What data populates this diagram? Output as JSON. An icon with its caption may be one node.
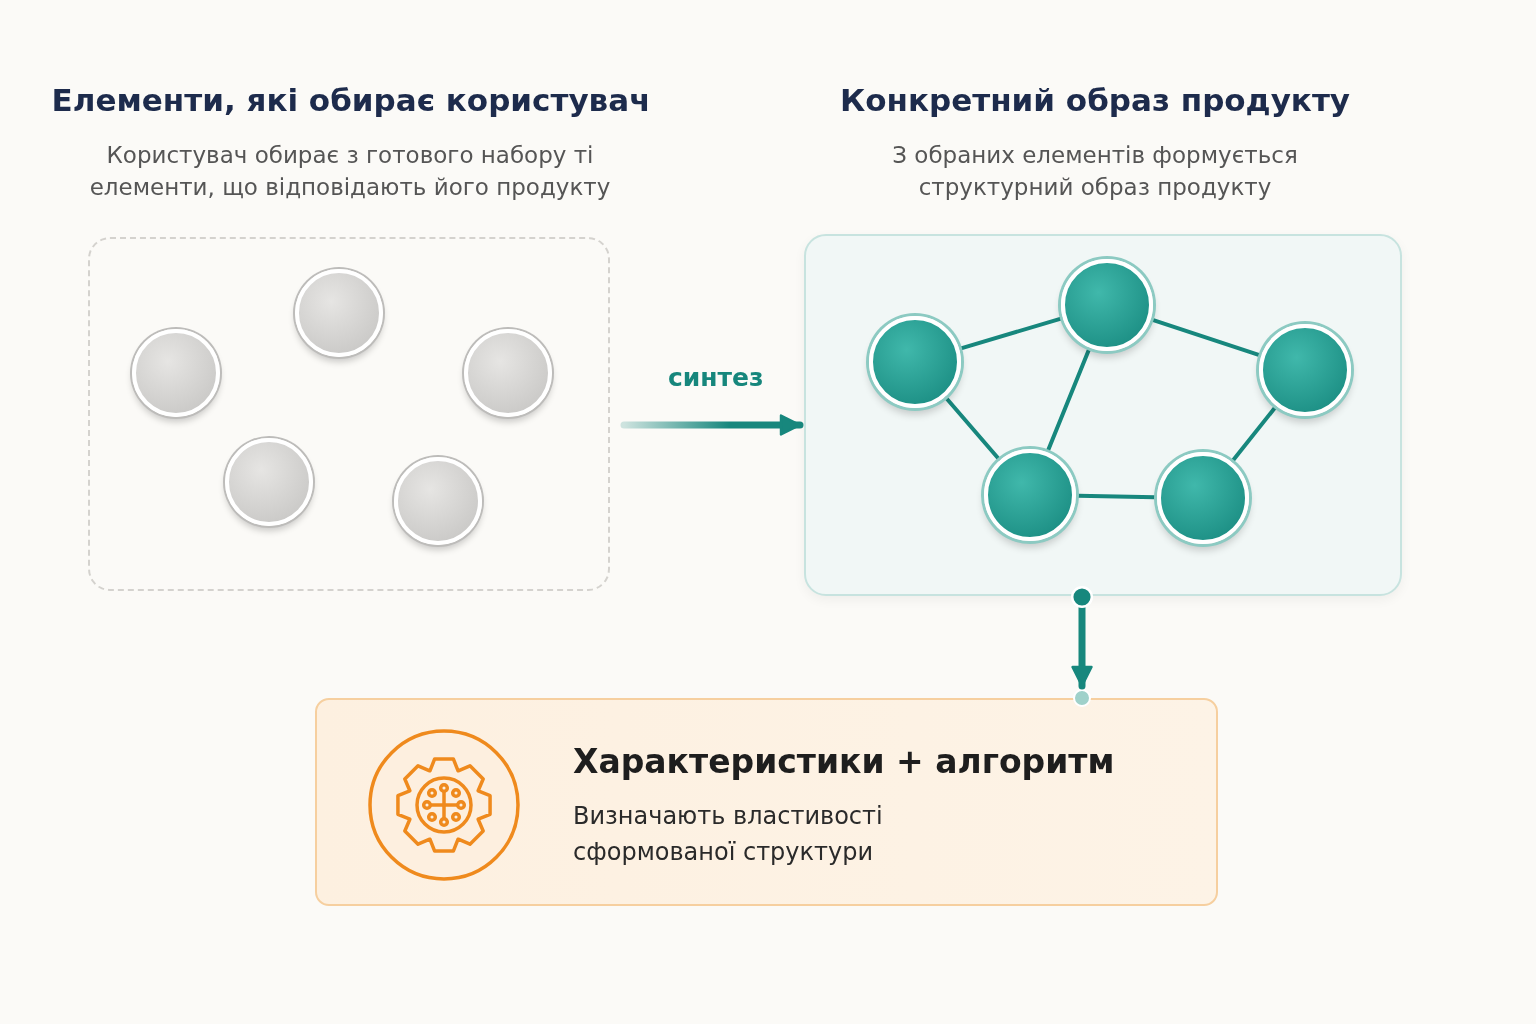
{
  "diagram": {
    "nodes": [
      {
        "text": [
          "Елементи, які обирає користувач",
          "Користувач обирає з готового набору ті елементи, що відповідають його продукту"
        ]
      },
      {
        "text": [],
        "shape": "circle",
        "in": 0
      },
      {
        "text": [],
        "shape": "circle",
        "in": 0
      },
      {
        "text": [],
        "shape": "circle",
        "in": 0
      },
      {
        "text": [],
        "shape": "circle",
        "in": 0
      },
      {
        "text": [],
        "shape": "circle",
        "in": 0
      },
      {
        "text": [
          "Конкретний образ продукту",
          "З обраних елементів формується структурний образ продукту"
        ]
      },
      {
        "text": [],
        "shape": "circle",
        "in": 6
      },
      {
        "text": [],
        "shape": "circle",
        "in": 6
      },
      {
        "text": [],
        "shape": "circle",
        "in": 6
      },
      {
        "text": [],
        "shape": "circle",
        "in": 6
      },
      {
        "text": [],
        "shape": "circle",
        "in": 6
      },
      {
        "text": [
          "Характеристики + алгоритм",
          "Визначають властивості сформованої структури"
        ]
      }
    ],
    "edges": [
      {
        "from": 0,
        "to": 6,
        "arrow": "to",
        "label": "синтез"
      },
      {
        "from": 6,
        "to": 12,
        "arrow": "to"
      },
      {
        "from": 7,
        "to": 8,
        "arrow": "none"
      },
      {
        "from": 8,
        "to": 9,
        "arrow": "none"
      },
      {
        "from": 7,
        "to": 10,
        "arrow": "none"
      },
      {
        "from": 8,
        "to": 10,
        "arrow": "none"
      },
      {
        "from": 10,
        "to": 11,
        "arrow": "none"
      },
      {
        "from": 9,
        "to": 11,
        "arrow": "none"
      }
    ]
  }
}
